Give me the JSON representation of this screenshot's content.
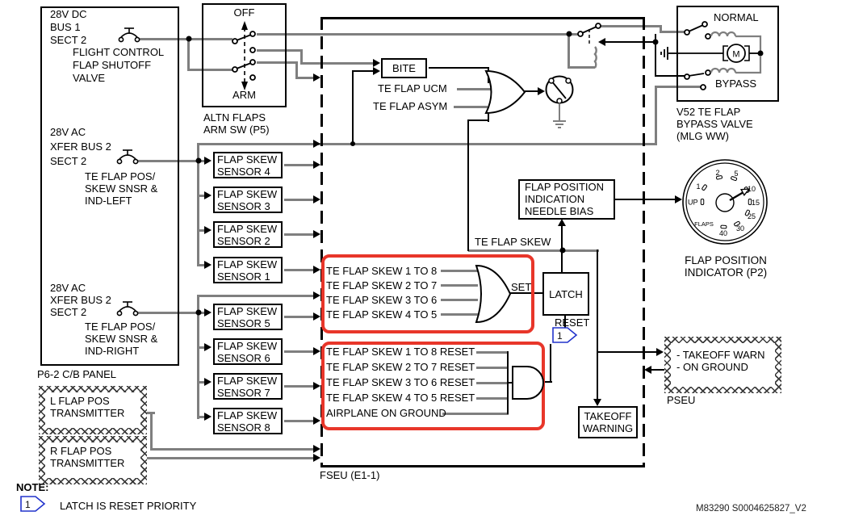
{
  "panel": {
    "label": "P6-2 C/B PANEL",
    "groups": [
      {
        "bus": [
          "28V DC",
          "BUS 1",
          "SECT 2"
        ],
        "cb": [
          "FLIGHT CONTROL",
          "FLAP SHUTOFF",
          "VALVE"
        ]
      },
      {
        "bus": [
          "28V AC",
          "XFER BUS 2",
          "SECT 2"
        ],
        "cb": [
          "TE FLAP POS/",
          "SKEW SNSR &",
          "IND-LEFT"
        ]
      },
      {
        "bus": [
          "28V AC",
          "XFER BUS 2",
          "SECT 2"
        ],
        "cb": [
          "TE FLAP POS/",
          "SKEW SNSR &",
          "IND-RIGHT"
        ]
      }
    ]
  },
  "altn": {
    "off": "OFF",
    "arm": "ARM",
    "label1": "ALTN FLAPS",
    "label2": "ARM SW (P5)"
  },
  "sensors": [
    {
      "l1": "FLAP SKEW",
      "l2": "SENSOR 4"
    },
    {
      "l1": "FLAP SKEW",
      "l2": "SENSOR 3"
    },
    {
      "l1": "FLAP SKEW",
      "l2": "SENSOR 2"
    },
    {
      "l1": "FLAP SKEW",
      "l2": "SENSOR 1"
    },
    {
      "l1": "FLAP SKEW",
      "l2": "SENSOR 5"
    },
    {
      "l1": "FLAP SKEW",
      "l2": "SENSOR 6"
    },
    {
      "l1": "FLAP SKEW",
      "l2": "SENSOR 7"
    },
    {
      "l1": "FLAP SKEW",
      "l2": "SENSOR 8"
    }
  ],
  "fseu": {
    "label": "FSEU (E1-1)",
    "bite": "BITE",
    "ucm": "TE FLAP UCM",
    "asym": "TE FLAP ASYM",
    "needle_bias": [
      "FLAP POSITION",
      "INDICATION",
      "NEEDLE BIAS"
    ],
    "te_flap_skew": "TE FLAP SKEW",
    "set": "SET",
    "latch": "LATCH",
    "reset": "RESET",
    "reset_flag": "1",
    "skew_set_inputs": [
      "TE FLAP SKEW 1 TO 8",
      "TE FLAP SKEW 2 TO 7",
      "TE FLAP SKEW 3 TO 6",
      "TE FLAP SKEW 4 TO 5"
    ],
    "skew_reset_inputs": [
      "TE FLAP SKEW 1 TO 8 RESET",
      "TE FLAP SKEW 2 TO 7 RESET",
      "TE FLAP SKEW 3 TO 6 RESET",
      "TE FLAP SKEW 4 TO 5 RESET",
      "AIRPLANE ON GROUND"
    ],
    "takeoff_warning": [
      "TAKEOFF",
      "WARNING"
    ]
  },
  "valve": {
    "normal": "NORMAL",
    "bypass": "BYPASS",
    "motor": "M",
    "label": [
      "V52 TE FLAP",
      "BYPASS VALVE",
      "(MLG WW)"
    ]
  },
  "indicator": {
    "up": "UP",
    "flaps": "FLAPS",
    "ticks": [
      "1",
      "2",
      "5",
      "10",
      "15",
      "25",
      "30",
      "40"
    ],
    "label": [
      "FLAP POSITION",
      "INDICATOR (P2)"
    ]
  },
  "transmitters": {
    "left": [
      "L FLAP POS",
      "TRANSMITTER"
    ],
    "right": [
      "R FLAP POS",
      "TRANSMITTER"
    ]
  },
  "pseu": {
    "lines": [
      "- TAKEOFF WARN",
      "- ON GROUND"
    ],
    "label": "PSEU"
  },
  "note": {
    "title": "NOTE:",
    "flag": "1",
    "text": "LATCH IS RESET PRIORITY"
  },
  "footer": "M83290 S0004625827_V2",
  "colors": {
    "highlight": "#e8362a",
    "flag_blue": "#2233cc",
    "wire_gray": "#7f7f7f"
  }
}
